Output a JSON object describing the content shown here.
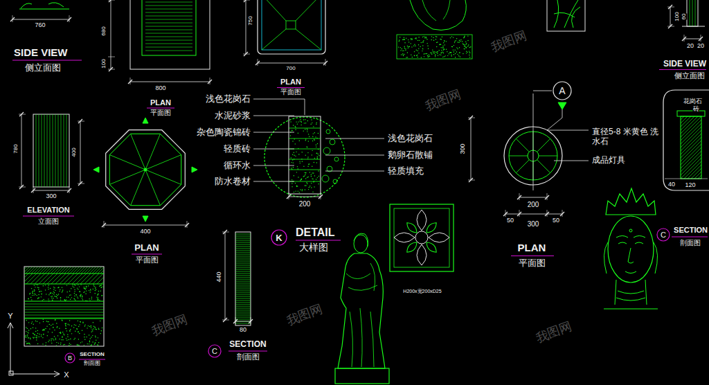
{
  "diagram": {
    "nodes": [
      {
        "text": [
          "A"
        ]
      },
      {
        "text": [
          "C"
        ]
      },
      {
        "text": [
          "K"
        ]
      },
      {
        "text": [
          "C"
        ]
      },
      {
        "text": [
          "B"
        ]
      }
    ],
    "labels": [
      "760",
      "SIDE VIEW",
      "侧立面图",
      "680",
      "100",
      "800",
      "PLAN",
      "平面图",
      "750",
      "700",
      "PLAN",
      "平面图",
      "100",
      "60",
      "20",
      "20",
      "SIDE VIEW",
      "侧立面图",
      "浅色花岗石",
      "水泥砂浆",
      "杂色陶瓷锦砖",
      "轻质砖",
      "循环水",
      "防水卷材",
      "浅色花岗石",
      "鹅卵石散铺",
      "轻质填充",
      "200",
      "300",
      "DETAIL",
      "大样图",
      "直径5-8 米黄色 洗水石",
      "成品灯具",
      "200",
      "50",
      "300",
      "50",
      "PLAN",
      "平面图",
      "780",
      "400",
      "300",
      "ELEVATION",
      "立面图",
      "400",
      "PLAN",
      "平面图",
      "440",
      "80",
      "SECTION",
      "剖面图",
      "H200x宽200xD25",
      "SECTION",
      "剖面图",
      "花岗石",
      "砖",
      "40",
      "120",
      "SECTION",
      "剖面图",
      "Y",
      "X",
      "我图网",
      "我图网",
      "我图网",
      "我图网",
      "我图网"
    ]
  }
}
